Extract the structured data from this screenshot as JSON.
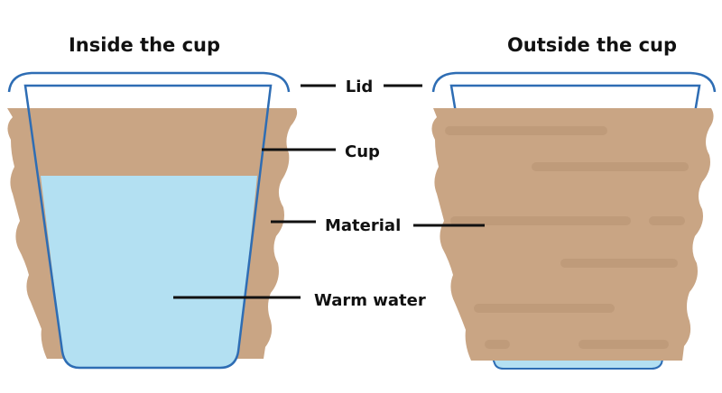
{
  "titles": {
    "inside": "Inside the cup",
    "outside": "Outside the cup"
  },
  "labels": {
    "lid": "Lid",
    "cup": "Cup",
    "material": "Material",
    "warm_water": "Warm water"
  },
  "colors": {
    "material": "#c9a584",
    "material_stripe": "#bf9b7a",
    "water": "#b3e0f2",
    "outline": "#2e6db4"
  }
}
